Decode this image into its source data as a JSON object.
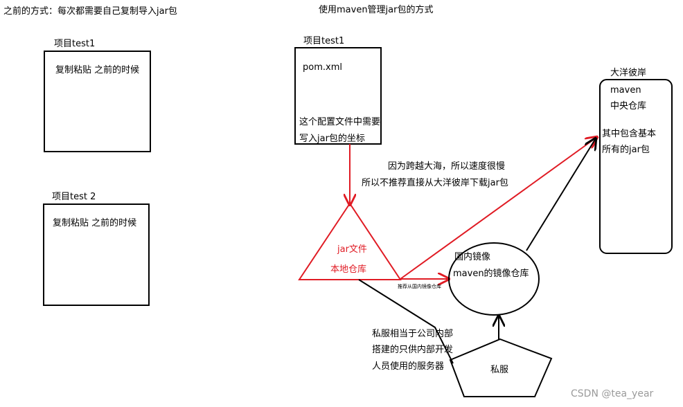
{
  "left": {
    "header": "之前的方式：每次都需要自己复制导入jar包",
    "project1": {
      "title": "项目test1",
      "content": "复制粘贴  之前的时候"
    },
    "project2": {
      "title": "项目test 2",
      "content": "复制粘贴  之前的时候"
    }
  },
  "right": {
    "header": "使用maven管理jar包的方式",
    "project": {
      "title": "项目test1",
      "file": "pom.xml",
      "note_line1": "这个配置文件中需要",
      "note_line2": "写入jar包的坐标"
    },
    "central": {
      "title": "大洋彼岸",
      "line1": "maven",
      "line2": "中央仓库",
      "line3": "其中包含基本",
      "line4": "所有的jar包"
    },
    "warning": {
      "line1": "因为跨越大海，所以速度很慢",
      "line2": "所以不推荐直接从大洋彼岸下载jar包"
    },
    "local_repo": {
      "line1": "jar文件",
      "line2": "本地仓库"
    },
    "mirror": {
      "line1": "国内镜像",
      "line2": "maven的镜像仓库"
    },
    "recommend": "推荐从国内镜像仓库",
    "private_note": {
      "line1": "私服相当于公司内部",
      "line2": "搭建的只供内部开发",
      "line3": "人员使用的服务器"
    },
    "private_server": "私服"
  },
  "watermark": "CSDN @tea_year",
  "colors": {
    "red": "#e01b24",
    "black": "#000000"
  }
}
